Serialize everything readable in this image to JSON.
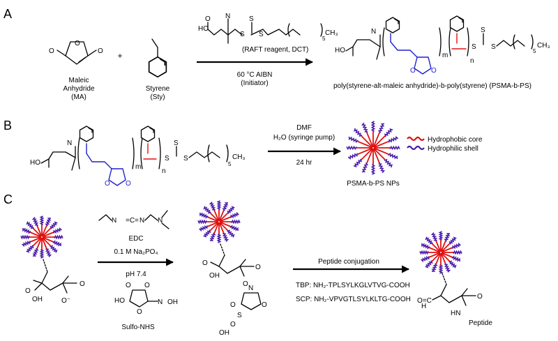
{
  "panels": {
    "a": "A",
    "b": "B",
    "c": "C"
  },
  "panel_a": {
    "ma_label": [
      "Maleic",
      "Anhydride",
      "(MA)"
    ],
    "plus": "+",
    "sty_label": [
      "Styrene",
      "(Sty)"
    ],
    "raft_label": "(RAFT reagent, DCT)",
    "cond_line1": "60 °C AIBN",
    "cond_line2": "(Initiator)",
    "product_label": "poly(styrene-alt-maleic anhydride)-b-poly(styrene) (PSMA-b-PS)"
  },
  "panel_b": {
    "solvent": "DMF",
    "water": "H₂O (syringe pump)",
    "time": "24 hr",
    "np_label": "PSMA-b-PS NPs",
    "legend_core": "Hydrophobic core",
    "legend_shell": "Hydrophilic shell"
  },
  "panel_c": {
    "edc": "EDC",
    "buffer": "0.1 M Na₂PO₄",
    "ph": "pH 7.4",
    "sulfo_nhs": "Sulfo-NHS",
    "conj_title": "Peptide conjugation",
    "tbp": "TBP: NH₂-TPLSYLKGLVTVG-COOH",
    "scp": "SCP: NH₂-VPVGTLSYLKLTG-COOH",
    "peptide": "Peptide"
  },
  "atoms": {
    "O": "O",
    "N": "N",
    "S": "S",
    "HO": "HO",
    "OH": "OH",
    "OMinus": "O⁻",
    "CH3": "CH₃",
    "sub5": "5",
    "m": "m",
    "n": "n",
    "H": "H",
    "HN": "HN",
    "O_equals_C": "O=C"
  },
  "colors": {
    "blue_block": "#1f1fd0",
    "red_block": "#e01010",
    "core_red": "#e01010",
    "shell_purple": "#4a1aa8"
  }
}
